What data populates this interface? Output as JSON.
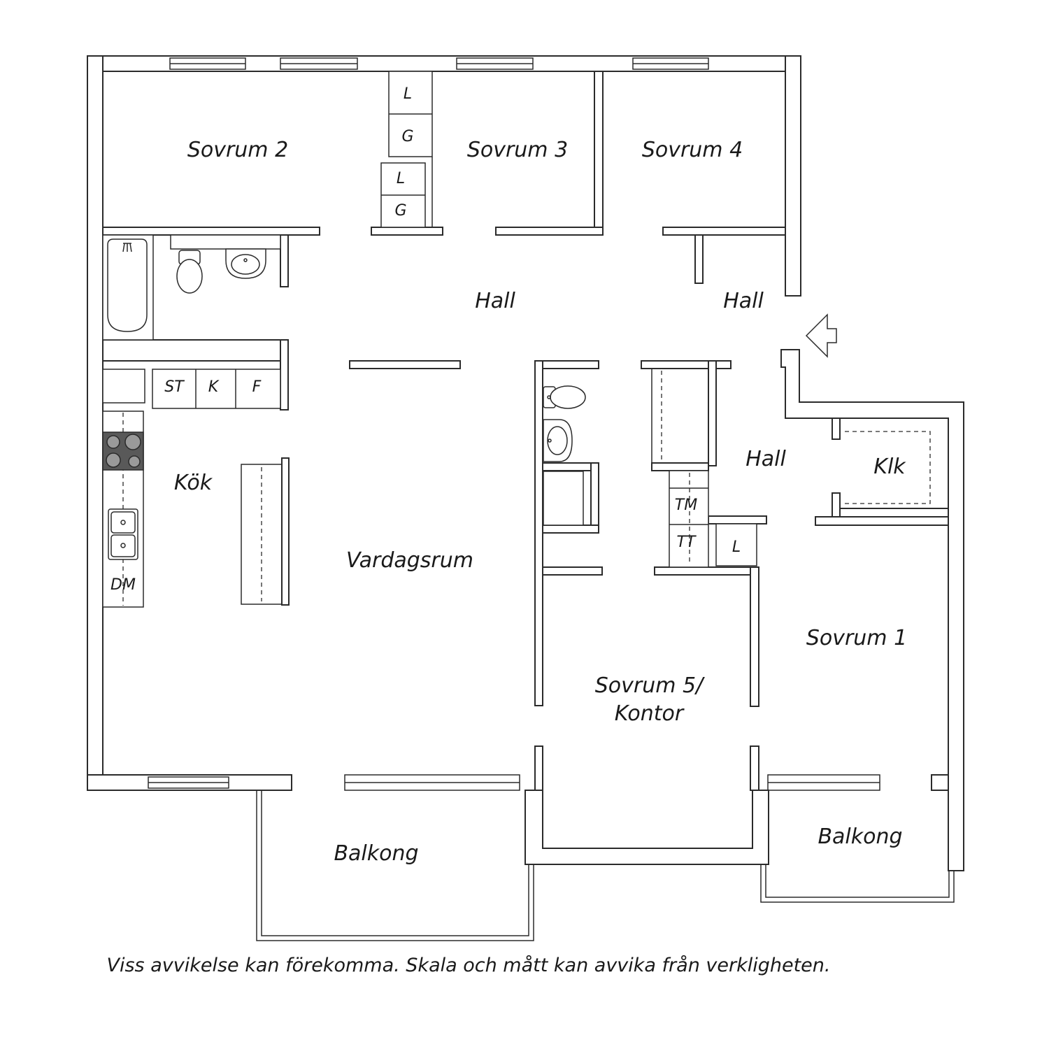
{
  "colors": {
    "line": "#2b2b2b",
    "text": "#1a1a1a",
    "stove": "#595959",
    "background": "#ffffff"
  },
  "rooms": {
    "sovrum2": "Sovrum 2",
    "sovrum3": "Sovrum 3",
    "sovrum4": "Sovrum 4",
    "hall_center": "Hall",
    "hall_right": "Hall",
    "hall_inner": "Hall",
    "klk": "Klk",
    "kok": "Kök",
    "vardagsrum": "Vardagsrum",
    "sovrum5_line1": "Sovrum 5/",
    "sovrum5_line2": "Kontor",
    "sovrum1": "Sovrum 1",
    "balkong_left": "Balkong",
    "balkong_right": "Balkong"
  },
  "fixture_labels": {
    "closet_l1": "L",
    "closet_g1": "G",
    "closet_l2": "L",
    "closet_g2": "G",
    "st": "ST",
    "k": "K",
    "f": "F",
    "dm": "DM",
    "tm": "TM",
    "tt": "TT",
    "closet_l3": "L"
  },
  "icons": {
    "entrance": "entrance-arrow-icon",
    "stove": "stove-icon",
    "sink": "kitchen-sink-icon",
    "toilet": "toilet-icon",
    "bathtub": "bathtub-icon",
    "washbasin": "washbasin-icon"
  },
  "disclaimer": "Viss avvikelse kan förekomma. Skala och mått kan avvika från verkligheten."
}
